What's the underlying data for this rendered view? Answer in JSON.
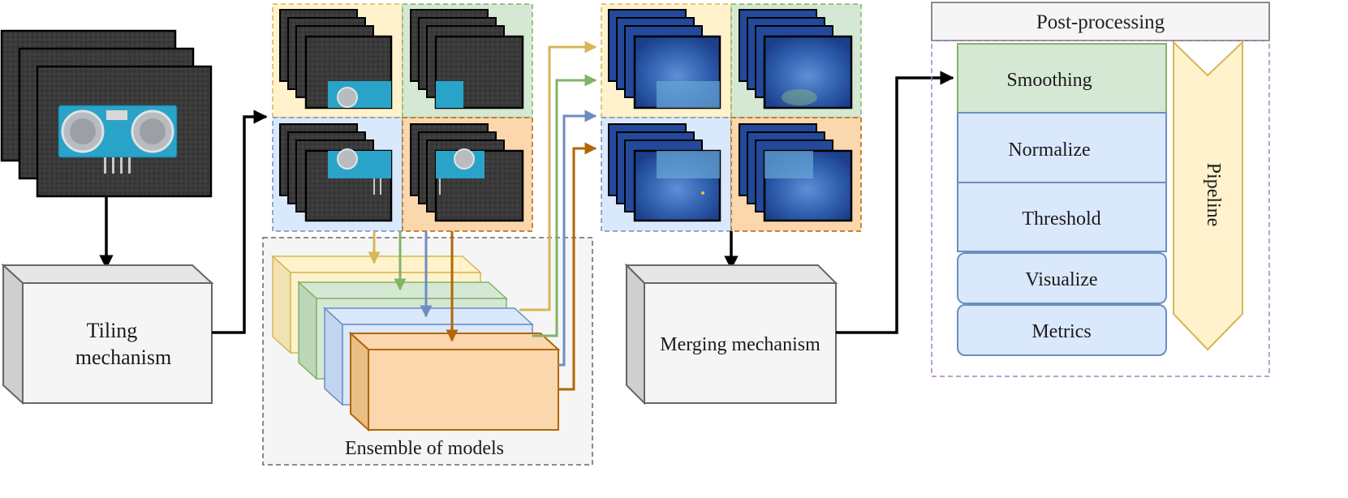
{
  "tiling": {
    "label_line1": "Tiling",
    "label_line2": "mechanism"
  },
  "ensemble": {
    "label": "Ensemble of models"
  },
  "merging": {
    "label": "Merging mechanism"
  },
  "post_processing": {
    "title": "Post-processing",
    "steps": [
      "Smoothing",
      "Normalize",
      "Threshold",
      "Visualize",
      "Metrics"
    ],
    "pipeline_label": "Pipeline"
  },
  "colors": {
    "yellow": "#d6b656",
    "green": "#82b366",
    "blue": "#6c8ebf",
    "orange": "#b46504",
    "purple": "#a680b8",
    "yellow_fill": "#fff2cc",
    "green_fill": "#d5e8d4",
    "blue_fill": "#dae8fc",
    "orange_fill": "#fad7ac"
  }
}
